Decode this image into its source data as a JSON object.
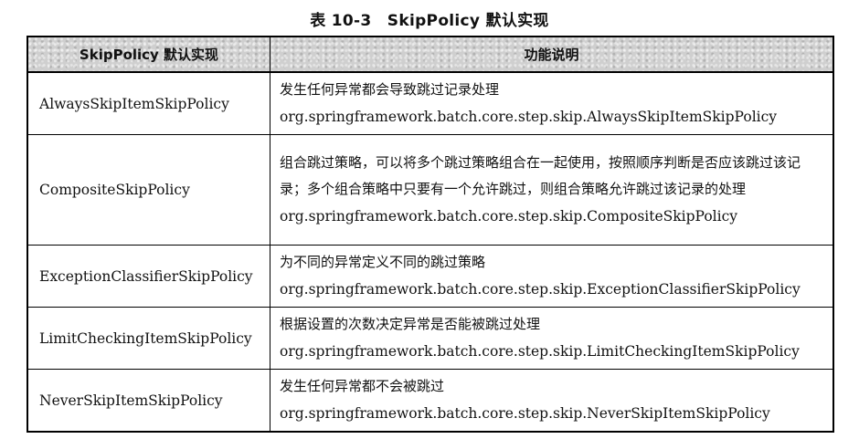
{
  "caption": "表 10-3　SkipPolicy 默认实现",
  "table": {
    "headers": [
      "SkipPolicy 默认实现",
      "功能说明"
    ],
    "rows": [
      {
        "name": "AlwaysSkipItemSkipPolicy",
        "description": "发生任何异常都会导致跳过记录处理",
        "class_path": "org.springframework.batch.core.step.skip.AlwaysSkipItemSkipPolicy"
      },
      {
        "name": "CompositeSkipPolicy",
        "description": "组合跳过策略，可以将多个跳过策略组合在一起使用，按照顺序判断是否应该跳过该记录；多个组合策略中只要有一个允许跳过，则组合策略允许跳过该记录的处理",
        "class_path": "org.springframework.batch.core.step.skip.CompositeSkipPolicy"
      },
      {
        "name": "ExceptionClassifierSkipPolicy",
        "description": "为不同的异常定义不同的跳过策略",
        "class_path": "org.springframework.batch.core.step.skip.ExceptionClassifierSkipPolicy"
      },
      {
        "name": "LimitCheckingItemSkipPolicy",
        "description": "根据设置的次数决定异常是否能被跳过处理",
        "class_path": "org.springframework.batch.core.step.skip.LimitCheckingItemSkipPolicy"
      },
      {
        "name": "NeverSkipItemSkipPolicy",
        "description": "发生任何异常都不会被跳过",
        "class_path": "org.springframework.batch.core.step.skip.NeverSkipItemSkipPolicy"
      }
    ]
  }
}
